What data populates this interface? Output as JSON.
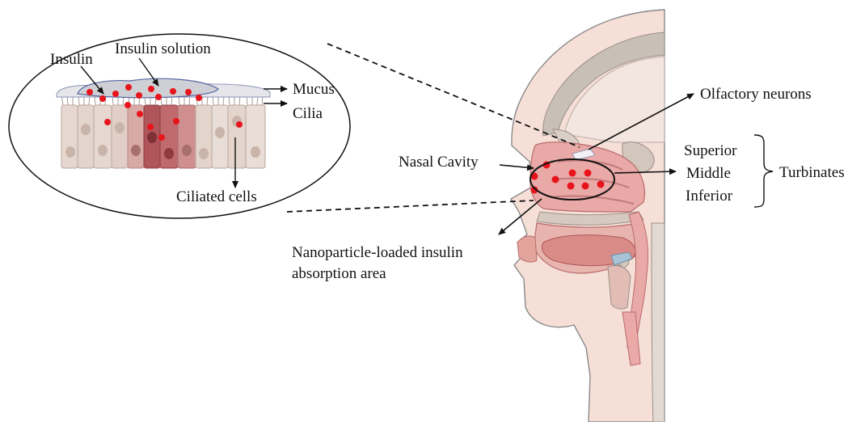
{
  "labels": {
    "insulin": "Insulin",
    "insulin_solution": "Insulin solution",
    "mucus": "Mucus",
    "cilia": "Cilia",
    "ciliated_cells": "Ciliated cells",
    "olfactory_neurons": "Olfactory neurons",
    "nasal_cavity": "Nasal Cavity",
    "superior": "Superior",
    "middle": "Middle",
    "inferior": "Inferior",
    "turbinates": "Turbinates",
    "absorption_line1": "Nanoparticle-loaded insulin",
    "absorption_line2": "absorption area"
  },
  "colors": {
    "insulin_dot": "#e8141c",
    "skin": "#f6dfd6",
    "mucosa": "#e9a9a7",
    "bone": "#c8bfb6",
    "cell_light": "#e3d4cc",
    "cell_dark": "#b0565a",
    "solution": "#d8d8dc"
  }
}
